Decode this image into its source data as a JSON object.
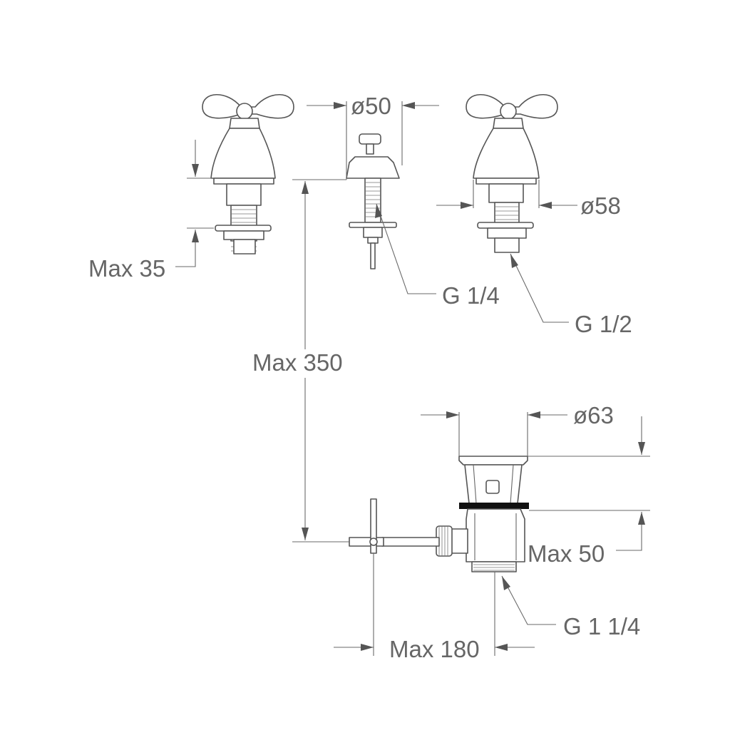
{
  "labels": {
    "dia_spout": "ø50",
    "dia_tap": "ø58",
    "dia_waste": "ø63",
    "max_35": "Max 35",
    "max_350": "Max 350",
    "max_50": "Max 50",
    "max_180": "Max 180",
    "thread_quarter": "G 1/4",
    "thread_half": "G 1/2",
    "thread_waste": "G 1 1/4"
  },
  "colors": {
    "line": "#555555",
    "text": "#666666",
    "seal": "#111111"
  }
}
